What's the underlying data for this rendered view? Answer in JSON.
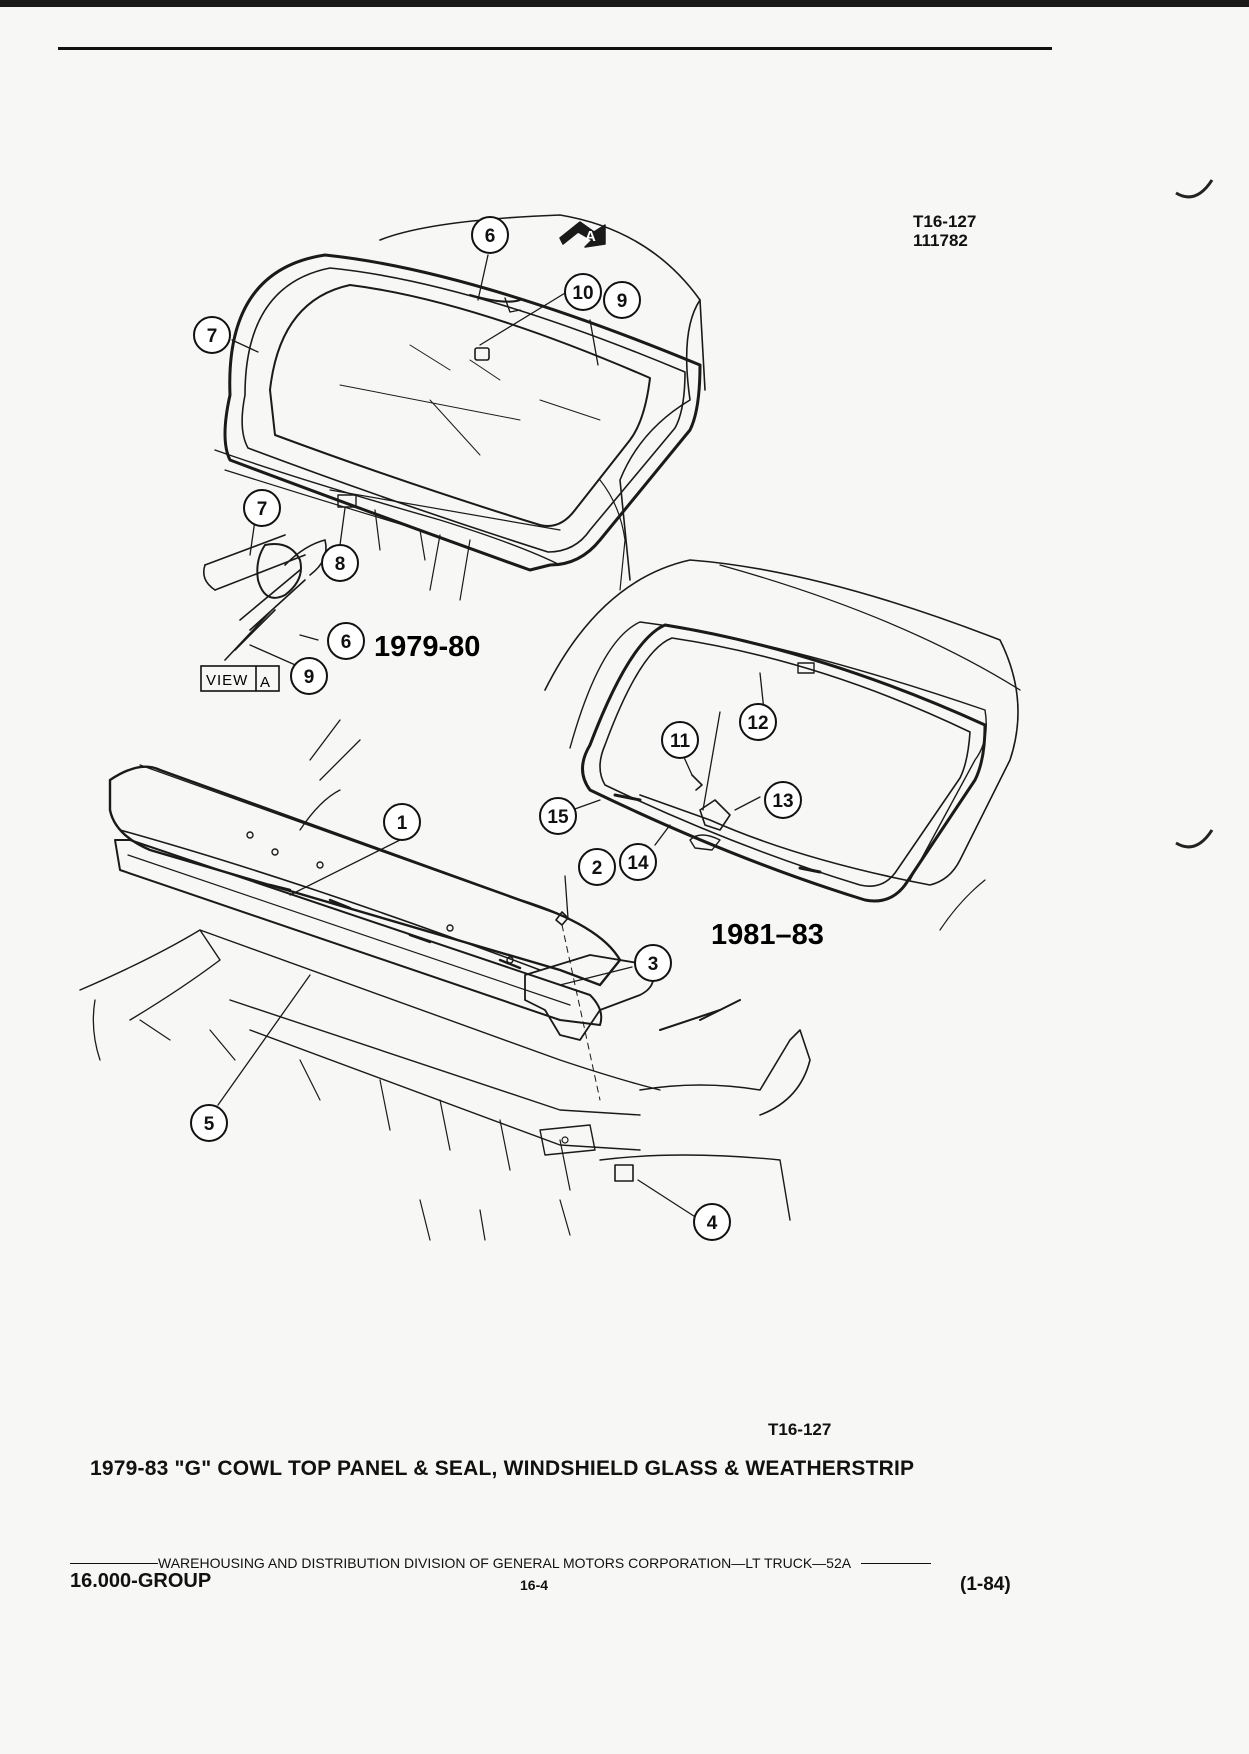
{
  "header": {
    "figure_ref": "T16-127",
    "figure_number": "111782"
  },
  "diagram": {
    "callouts": [
      "1",
      "2",
      "3",
      "4",
      "5",
      "6",
      "7",
      "8",
      "9",
      "10",
      "11",
      "12",
      "13",
      "14",
      "15"
    ],
    "view_label": "VIEW",
    "view_letter": "A",
    "arrow_letter": "A",
    "year_labels": {
      "upper": "1979-80",
      "lower": "1981–83"
    }
  },
  "figure_code": "T16-127",
  "caption": "1979-83 \"G\" COWL TOP PANEL & SEAL, WINDSHIELD GLASS & WEATHERSTRIP",
  "footer": {
    "line": "WAREHOUSING AND DISTRIBUTION  DIVISION OF GENERAL MOTORS CORPORATION—LT TRUCK—52A",
    "group": "16.000-GROUP",
    "page": "16-4",
    "date": "(1-84)"
  }
}
